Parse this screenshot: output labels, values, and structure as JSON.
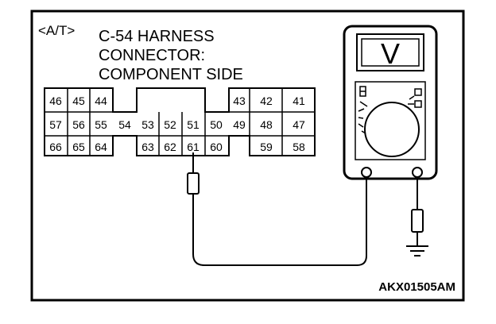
{
  "diagram": {
    "tag": "<A/T>",
    "title_lines": [
      "C-54  HARNESS",
      "CONNECTOR:",
      "COMPONENT SIDE"
    ],
    "code": "AKX01505AM",
    "connector": {
      "row1": [
        "46",
        "45",
        "44",
        "43",
        "42",
        "41"
      ],
      "row2": [
        "57",
        "56",
        "55",
        "54",
        "53",
        "52",
        "51",
        "50",
        "49",
        "48",
        "47"
      ],
      "row3": [
        "66",
        "65",
        "64",
        "63",
        "62",
        "61",
        "60",
        "59",
        "58"
      ]
    },
    "probe_pin": "61",
    "meter_display_symbol": "V"
  }
}
